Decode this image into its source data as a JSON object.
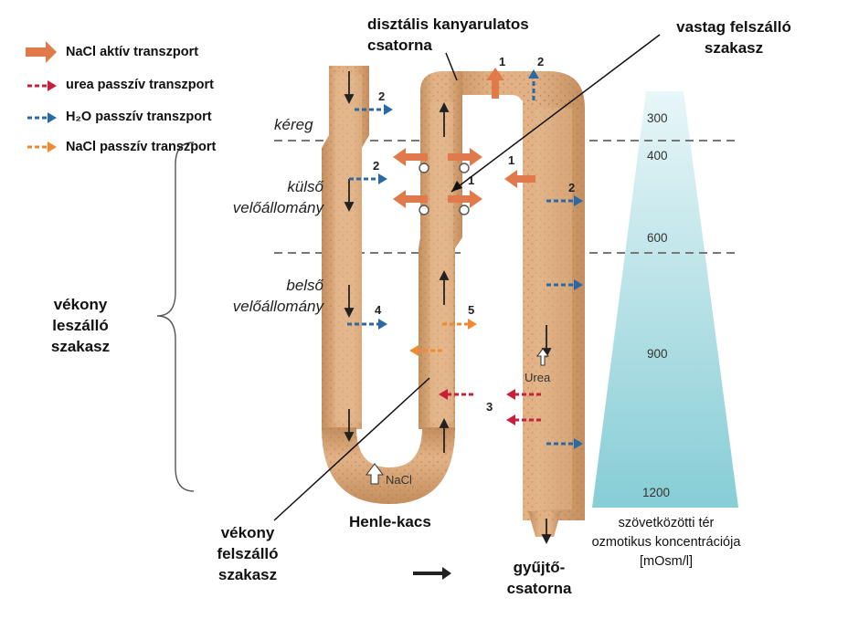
{
  "legend": [
    {
      "label": "NaCl aktív transzport",
      "color": "#e07a4a",
      "style": "solid-arrow"
    },
    {
      "label": "urea passzív transzport",
      "color": "#c8203a",
      "style": "dashed-arrow"
    },
    {
      "label": "H₂O passzív transzport",
      "color": "#2a6aa4",
      "style": "dashed-arrow"
    },
    {
      "label": "NaCl passzív transzport",
      "color": "#f08a30",
      "style": "dashed-arrow"
    }
  ],
  "labels": {
    "distal_tubule": "disztális kanyarulatos\ncsatorna",
    "thick_ascending": "vastag felszálló\nszakasz",
    "cortex": "kéreg",
    "outer_medulla": "külső\nvelőállomány",
    "inner_medulla": "belső\nvelőállomány",
    "thin_descending": "vékony\nleszálló\nszakasz",
    "henle_loop": "Henle-kacs",
    "thin_ascending": "vékony\nfelszálló\nszakasz",
    "collecting_duct": "gyűjtő-\ncsatorna",
    "urea": "Urea",
    "nacl": "NaCl",
    "interstitium_caption": "szövetközötti tér\nozmotikus koncentrációja\n[mOsm/l]"
  },
  "numbers": [
    "1",
    "2",
    "2",
    "1",
    "2",
    "4",
    "5",
    "3",
    "1",
    "2"
  ],
  "osmolality": [
    "300",
    "400",
    "600",
    "900",
    "1200"
  ],
  "colors": {
    "tubule": "#d9a272",
    "tubule_dark": "#b9814f",
    "gradient_top": "#e6f5f7",
    "gradient_bottom": "#7fcbd3",
    "boundary": "#777777"
  }
}
